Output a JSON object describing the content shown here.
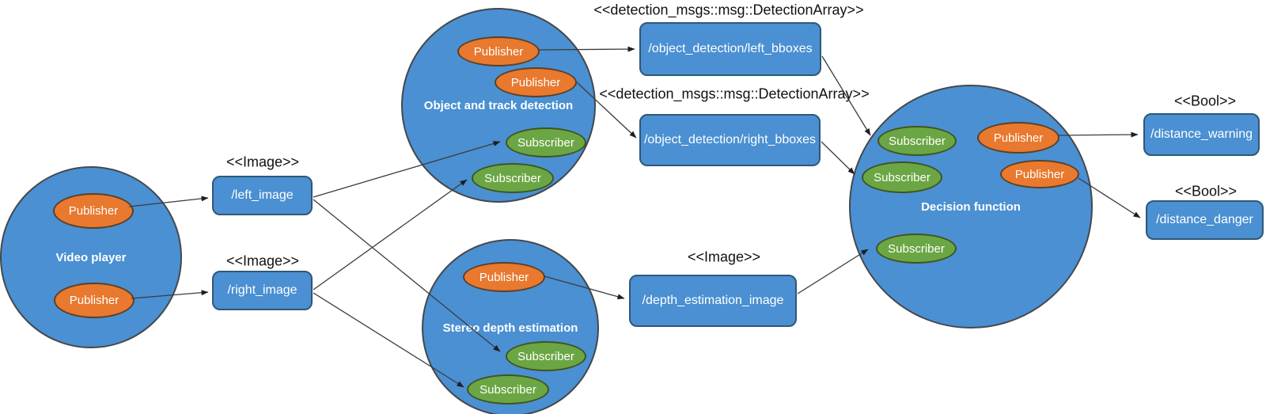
{
  "nodes": [
    {
      "label": "Video player",
      "ports": [
        "Publisher",
        "Publisher"
      ]
    },
    {
      "label": "Object and track detection",
      "ports": [
        "Publisher",
        "Publisher",
        "Subscriber",
        "Subscriber"
      ]
    },
    {
      "label": "Stereo depth estimation",
      "ports": [
        "Publisher",
        "Subscriber",
        "Subscriber"
      ]
    },
    {
      "label": "Decision function",
      "ports": [
        "Subscriber",
        "Subscriber",
        "Subscriber",
        "Publisher",
        "Publisher"
      ]
    }
  ],
  "topics": [
    {
      "name": "/left_image",
      "type": "<<Image>>"
    },
    {
      "name": "/right_image",
      "type": "<<Image>>"
    },
    {
      "name": "/object_detection/left_bboxes",
      "type": "<<detection_msgs::msg::DetectionArray>>"
    },
    {
      "name": "/object_detection/right_bboxes",
      "type": "<<detection_msgs::msg::DetectionArray>>"
    },
    {
      "name": "/depth_estimation_image",
      "type": "<<Image>>"
    },
    {
      "name": "/distance_warning",
      "type": "<<Bool>>"
    },
    {
      "name": "/distance_danger",
      "type": "<<Bool>>"
    }
  ],
  "edges": [
    {
      "from": "Video player.Publisher[0]",
      "to": "/left_image"
    },
    {
      "from": "Video player.Publisher[1]",
      "to": "/right_image"
    },
    {
      "from": "/left_image",
      "to": "Object and track detection.Subscriber[0]"
    },
    {
      "from": "/left_image",
      "to": "Stereo depth estimation.Subscriber[0]"
    },
    {
      "from": "/right_image",
      "to": "Object and track detection.Subscriber[1]"
    },
    {
      "from": "/right_image",
      "to": "Stereo depth estimation.Subscriber[1]"
    },
    {
      "from": "Object and track detection.Publisher[0]",
      "to": "/object_detection/left_bboxes"
    },
    {
      "from": "Object and track detection.Publisher[1]",
      "to": "/object_detection/right_bboxes"
    },
    {
      "from": "/object_detection/left_bboxes",
      "to": "Decision function.Subscriber[0]"
    },
    {
      "from": "/object_detection/right_bboxes",
      "to": "Decision function.Subscriber[1]"
    },
    {
      "from": "Stereo depth estimation.Publisher[0]",
      "to": "/depth_estimation_image"
    },
    {
      "from": "/depth_estimation_image",
      "to": "Decision function.Subscriber[2]"
    },
    {
      "from": "Decision function.Publisher[0]",
      "to": "/distance_warning"
    },
    {
      "from": "Decision function.Publisher[1]",
      "to": "/distance_danger"
    }
  ],
  "colors": {
    "node_fill": "#4a90d2",
    "publisher_fill": "#e8792e",
    "subscriber_fill": "#6ba644",
    "topic_fill": "#4a90d2",
    "label_text": "#ffffff",
    "annotation_text": "#111111",
    "edge_stroke": "#3c3c3c"
  }
}
